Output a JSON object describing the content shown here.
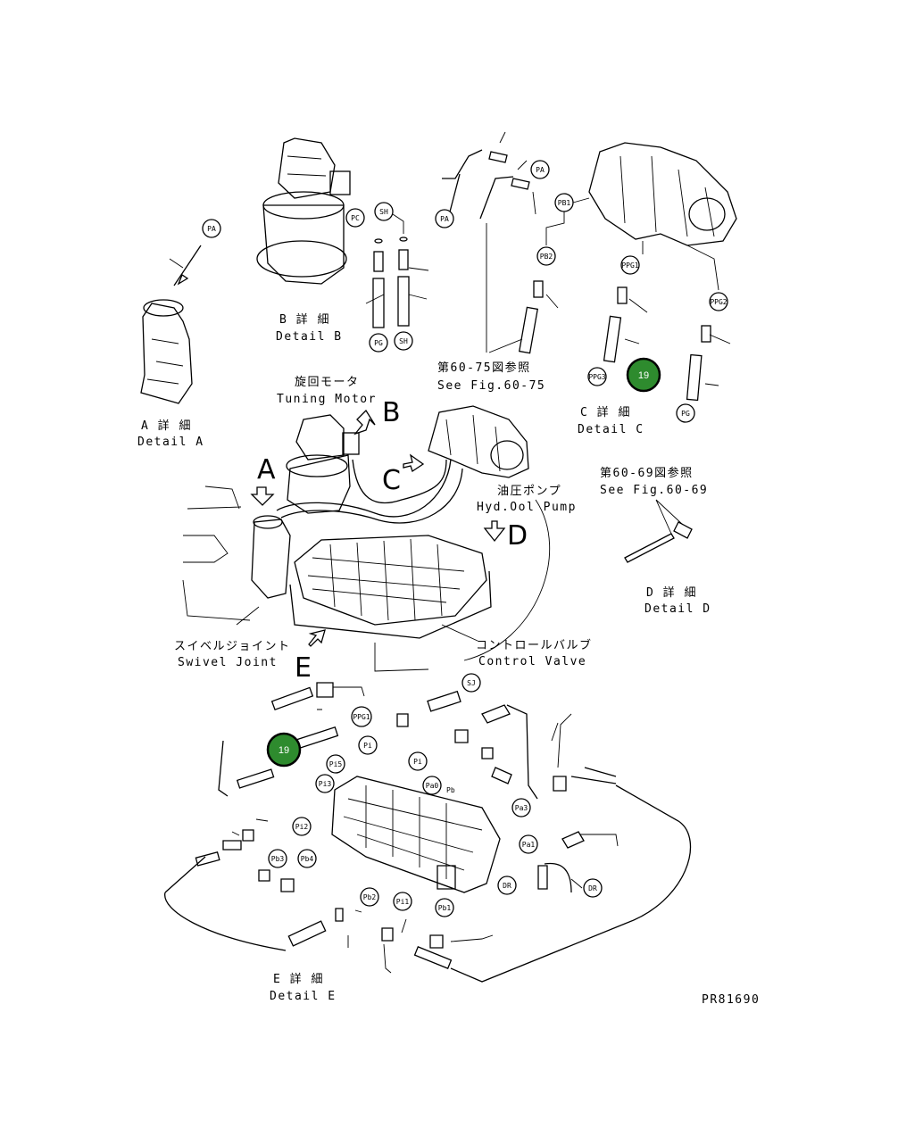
{
  "labels": {
    "pa": "PA",
    "pc": "PC",
    "sh": "SH",
    "pb1": "PB1",
    "pb2": "PB2",
    "ppg1": "PPG1",
    "ppg2": "PPG2",
    "ppg3": "PPG3",
    "pg": "PG",
    "sj": "SJ",
    "pi": "Pi",
    "pi5": "Pi5",
    "pi3": "Pi3",
    "pi2": "Pi2",
    "pi1": "Pi1",
    "pa0": "Pa0",
    "pb": "Pb",
    "pa3": "Pa3",
    "pa1": "Pa1",
    "pb3": "Pb3",
    "pb4": "Pb4",
    "pb2l": "Pb2",
    "pb1l": "Pb1",
    "dr": "DR"
  },
  "detail_b": {
    "jp": "B 詳 細",
    "en": "Detail B"
  },
  "detail_a": {
    "jp": "A 詳 細",
    "en": "Detail A"
  },
  "detail_c": {
    "jp": "C 詳 細",
    "en": "Detail C"
  },
  "detail_d": {
    "jp": "D 詳 細",
    "en": "Detail D"
  },
  "detail_e": {
    "jp": "E 詳 細",
    "en": "Detail E"
  },
  "ref_60_75": {
    "jp": "第60-75図参照",
    "en": "See Fig.60-75"
  },
  "ref_60_69": {
    "jp": "第60-69図参照",
    "en": "See Fig.60-69"
  },
  "swing_motor": {
    "jp": "旋回モータ",
    "en": "Tuning Motor"
  },
  "hyd_pump": {
    "jp": "油圧ポンプ",
    "en": "Hyd.Ool Pump"
  },
  "swivel_joint": {
    "jp": "スイベルジョイント",
    "en": "Swivel Joint"
  },
  "control_valve": {
    "jp": "コントロールバルブ",
    "en": "Control Valve"
  },
  "view_letters": {
    "a": "A",
    "b": "B",
    "c": "C",
    "d": "D",
    "e": "E"
  },
  "callouts": {
    "upper": "19",
    "lower": "19"
  },
  "drawing_number": "PR81690",
  "colors": {
    "callout_fill": "#2e8b2e",
    "ink": "#000000",
    "paper": "#ffffff"
  }
}
